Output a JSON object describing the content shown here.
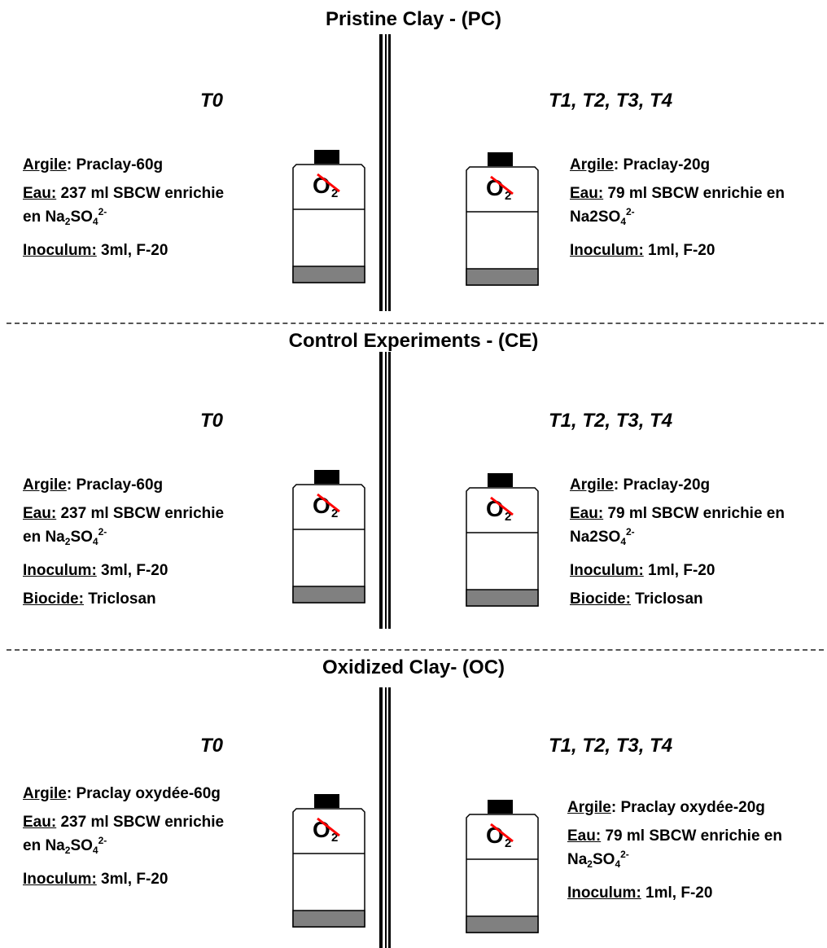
{
  "sections": [
    {
      "title": "Pristine Clay - (PC)",
      "left": {
        "time": "T0",
        "rows": [
          {
            "label": "Argile",
            "sep": ":",
            "text": " Praclay-60g"
          },
          {
            "label": "Eau:",
            "text": " 237 ml SBCW enrichie",
            "line2": "en  Na",
            "sub": "2",
            "mid": "SO",
            "sub2": "4",
            "sup": "2-"
          },
          {
            "label": "Inoculum:",
            "text": " 3ml, F-20"
          }
        ]
      },
      "right": {
        "time": "T1, T2, T3, T4",
        "rows": [
          {
            "label": "Argile",
            "sep": ":",
            "text": " Praclay-20g"
          },
          {
            "label": "Eau:",
            "text": " 79 ml SBCW enrichie en",
            "line2": "Na2SO",
            "sub2": "4",
            "sup": "2-"
          },
          {
            "label": "Inoculum:",
            "text": " 1ml, F-20"
          }
        ]
      }
    },
    {
      "title": "Control Experiments - (CE)",
      "left": {
        "time": "T0",
        "rows": [
          {
            "label": "Argile",
            "sep": ":",
            "text": " Praclay-60g"
          },
          {
            "label": "Eau:",
            "text": " 237 ml SBCW enrichie",
            "line2": "en  Na",
            "sub": "2",
            "mid": "SO",
            "sub2": "4",
            "sup": "2-"
          },
          {
            "label": "Inoculum:",
            "text": " 3ml, F-20"
          },
          {
            "label": "Biocide:",
            "text": " Triclosan"
          }
        ]
      },
      "right": {
        "time": "T1, T2, T3, T4",
        "rows": [
          {
            "label": "Argile",
            "sep": ":",
            "text": " Praclay-20g"
          },
          {
            "label": "Eau:",
            "text": " 79 ml SBCW enrichie en",
            "line2": "Na2SO",
            "sub2": "4",
            "sup": "2-"
          },
          {
            "label": "Inoculum:",
            "text": " 1ml, F-20"
          },
          {
            "label": "Biocide:",
            "text": " Triclosan"
          }
        ]
      }
    },
    {
      "title": "Oxidized Clay- (OC)",
      "left": {
        "time": "T0",
        "rows": [
          {
            "label": "Argile",
            "sep": ":",
            "text": " Praclay oxydée-60g"
          },
          {
            "label": "Eau:",
            "text": " 237 ml SBCW enrichie",
            "line2": "en Na",
            "sub": "2",
            "mid": "SO",
            "sub2": "4",
            "sup": "2-"
          },
          {
            "label": "Inoculum:",
            "text": " 3ml, F-20"
          }
        ]
      },
      "right": {
        "time": "T1, T2, T3, T4",
        "rows": [
          {
            "label": "Argile",
            "sep": ":",
            "text": " Praclay oxydée-20g"
          },
          {
            "label": "Eau:",
            "text": " 79 ml SBCW enrichie en",
            "line2": "Na",
            "sub": "2",
            "mid": "SO",
            "sub2": "4",
            "sup": "2-"
          },
          {
            "label": "Inoculum:",
            "text": " 1ml, F-20"
          }
        ]
      }
    }
  ],
  "bottle": {
    "symbol": "O",
    "symbol_sub": "2",
    "cap_color": "#000000",
    "sediment_color": "#808080",
    "strike_color": "#ff0000"
  }
}
